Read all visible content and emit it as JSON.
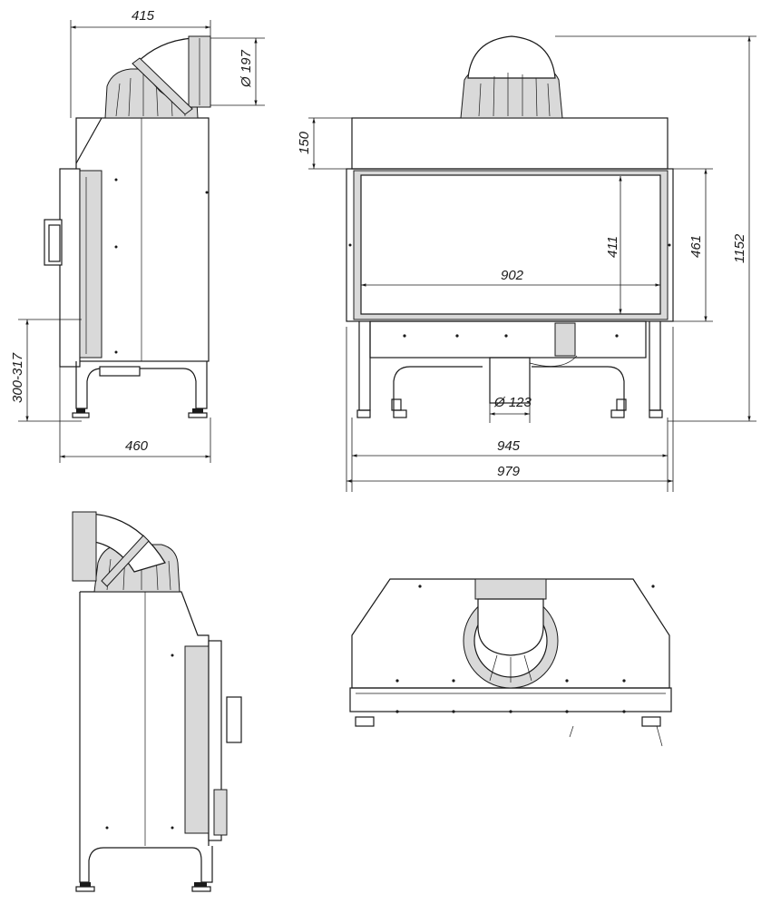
{
  "dimensions": {
    "side_top_width": "415",
    "flue_diameter": "Ø 197",
    "side_depth": "460",
    "leg_height_range": "300-317",
    "top_section_height": "150",
    "glass_width": "902",
    "glass_height": "411",
    "door_height": "461",
    "total_height": "1152",
    "air_inlet_diameter": "Ø 123",
    "body_width": "945",
    "total_width": "979"
  },
  "colors": {
    "line": "#1a1a1a",
    "fill": "#d9d9d9",
    "background": "#ffffff"
  }
}
